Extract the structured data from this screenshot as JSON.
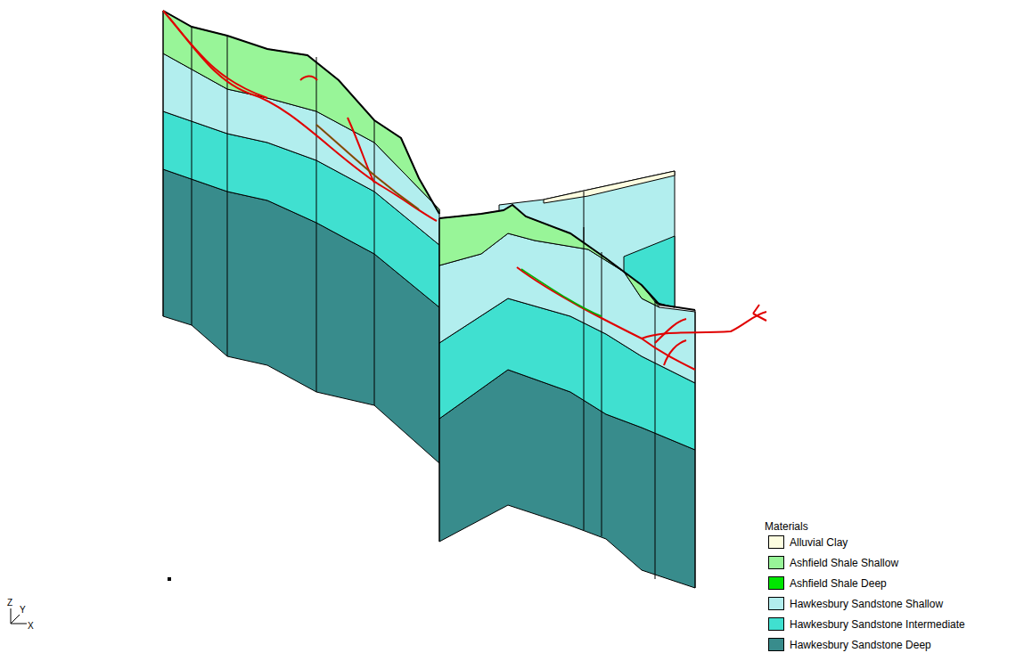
{
  "diagram": {
    "labels": [
      "Materials",
      "Z",
      "Y",
      "X"
    ],
    "legend": [
      {
        "text": "Alluvial Clay",
        "color": "#fdfde0"
      },
      {
        "text": "Ashfield Shale Shallow",
        "color": "#98f598"
      },
      {
        "text": "Ashfield Shale Deep",
        "color": "#00e600"
      },
      {
        "text": "Hawkesbury Sandstone Shallow",
        "color": "#b2eeee"
      },
      {
        "text": "Hawkesbury Sandstone Intermediate",
        "color": "#40e0d0"
      },
      {
        "text": "Hawkesbury Sandstone Deep",
        "color": "#388c8c"
      }
    ]
  }
}
